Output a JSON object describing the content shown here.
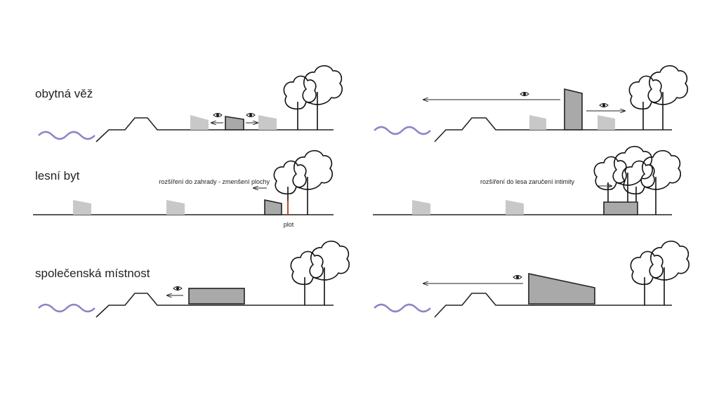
{
  "rows": [
    {
      "title": "obytná věž"
    },
    {
      "title": "lesní byt",
      "note_left": "rozšíření do zahrady - zmenšení plochy",
      "note_right": "rozšíření do lesa  zaručení intimity",
      "fence_label": "plot"
    },
    {
      "title": "společenská místnost"
    }
  ],
  "icons": {
    "eye": "eye-icon",
    "tree": "tree-icon",
    "wave": "water-wave-icon",
    "arrow": "arrow-icon"
  },
  "colors": {
    "water": "#8a86c8",
    "building": "#a9a9a9",
    "neighbor": "#c8c8c8",
    "fence": "#d0452a"
  }
}
